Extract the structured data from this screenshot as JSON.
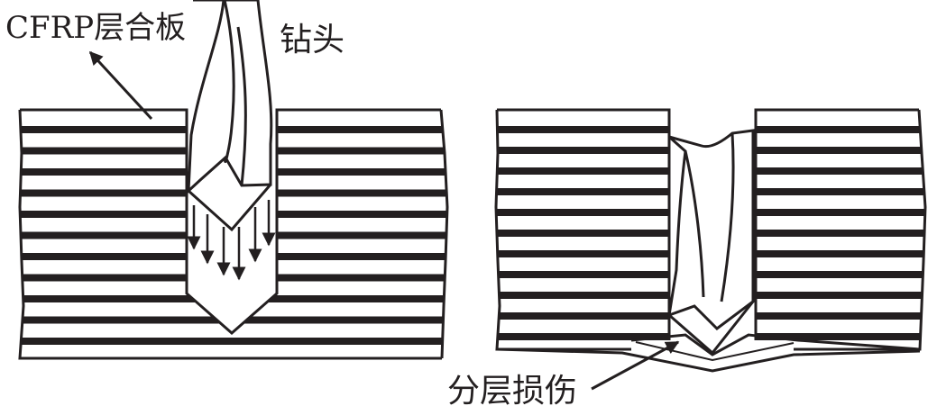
{
  "labels": {
    "laminate": "CFRP层合板",
    "drill": "钻头",
    "delamination": "分层损伤"
  },
  "colors": {
    "ink": "#231f20",
    "paper": "#ffffff"
  }
}
